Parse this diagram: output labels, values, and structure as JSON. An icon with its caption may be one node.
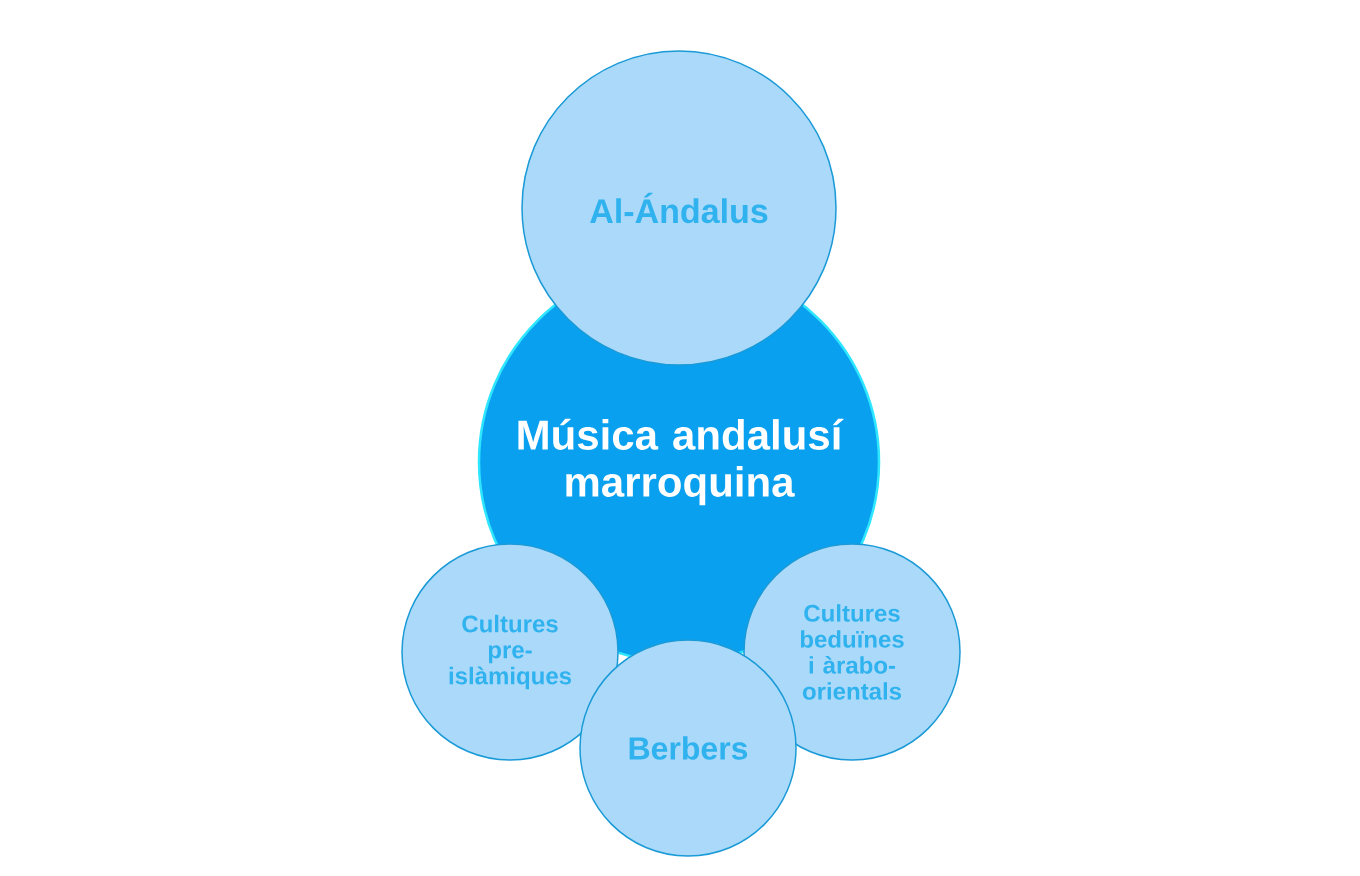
{
  "diagram": {
    "nodes": [
      {
        "text": [
          "Al-Ándalus"
        ]
      },
      {
        "text": [
          "Música andalusí marroquina"
        ]
      },
      {
        "text": [
          "Cultures pre-islàmiques"
        ]
      },
      {
        "text": [
          "Berbers"
        ]
      },
      {
        "text": [
          "Cultures beduïnes i àrabo-orientals"
        ]
      }
    ]
  }
}
